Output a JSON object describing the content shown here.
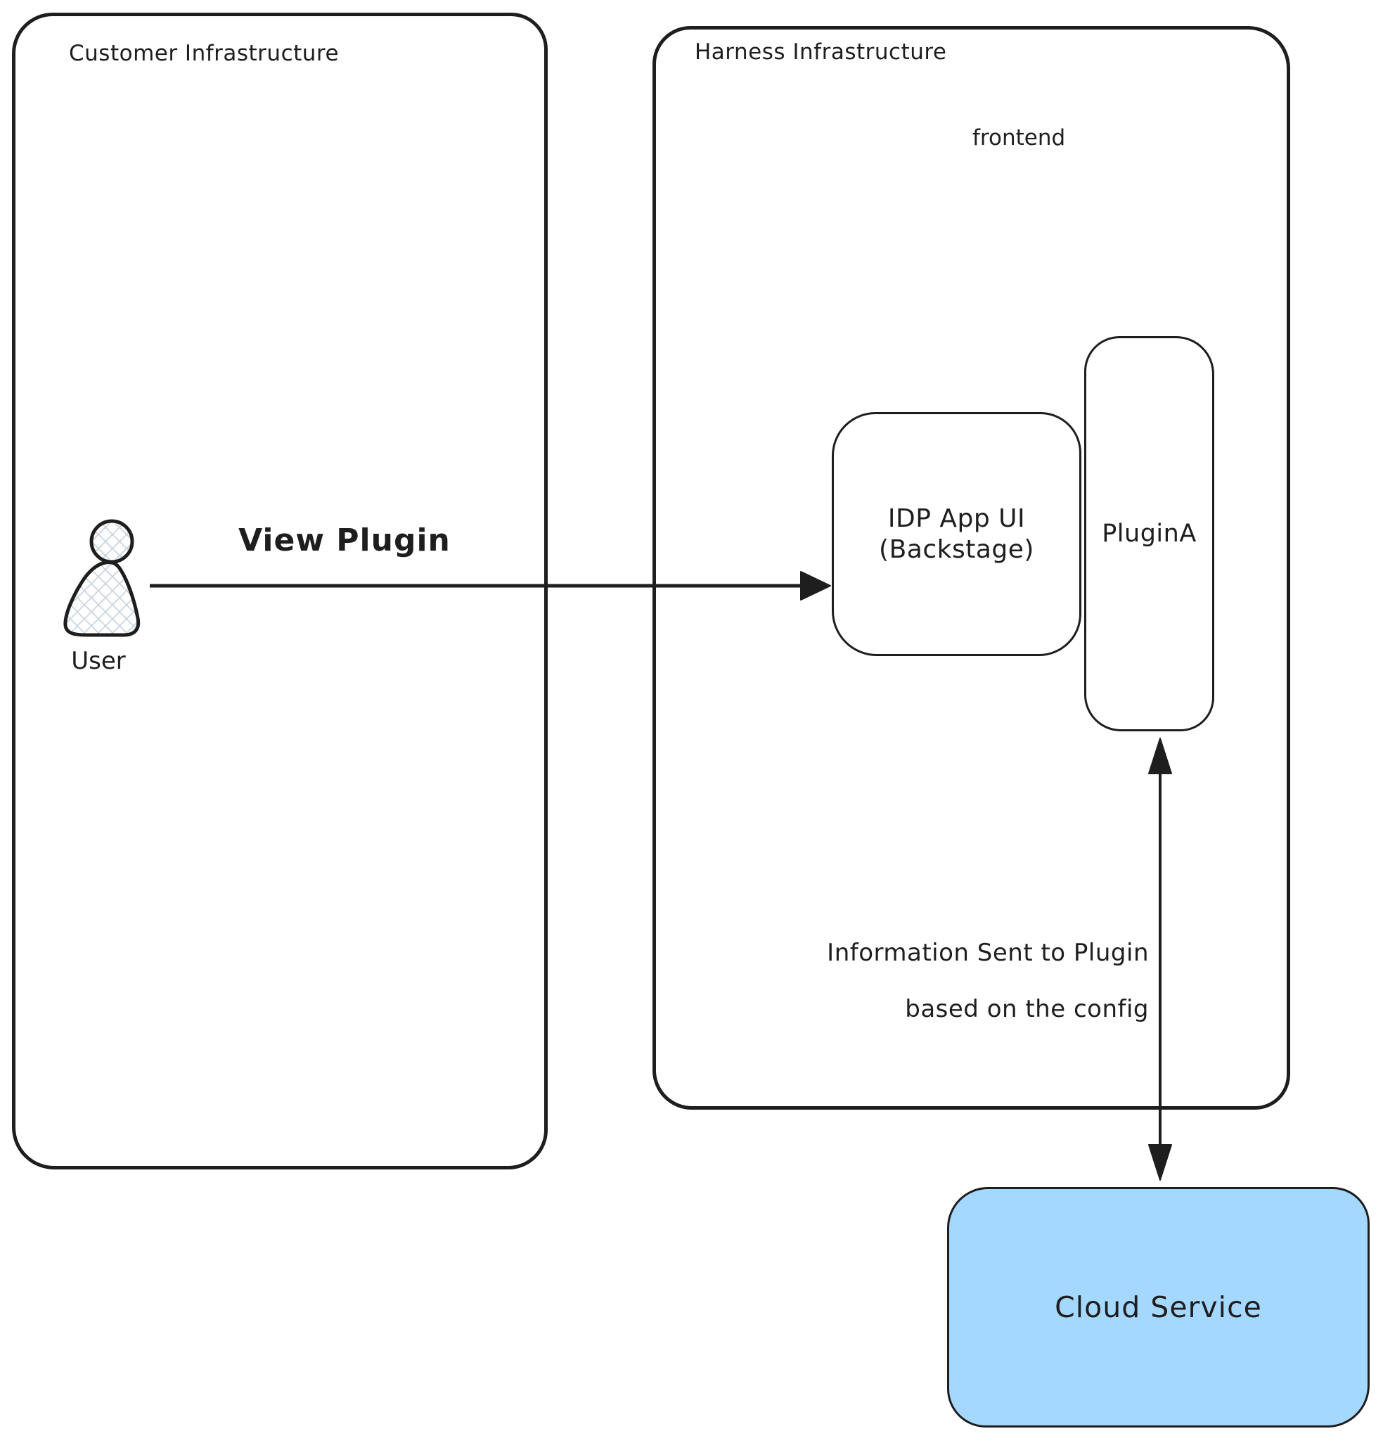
{
  "diagram": {
    "customer_box": {
      "title": "Customer Infrastructure"
    },
    "harness_box": {
      "title": "Harness Infrastructure",
      "frontend_label": "frontend"
    },
    "user": {
      "label": "User",
      "icon": "user-icon"
    },
    "idp_box": {
      "line1": "IDP App UI",
      "line2": "(Backstage)"
    },
    "plugin_box": {
      "label": "PluginA"
    },
    "cloud_box": {
      "label": "Cloud Service"
    },
    "arrows": {
      "view_plugin": {
        "label": "View Plugin",
        "direction": "right"
      },
      "plugin_cloud": {
        "label_line1": "Information Sent to Plugin",
        "label_line2": "based on the config",
        "direction": "both"
      }
    },
    "colors": {
      "stroke": "#1e1e1e",
      "background": "#ffffff",
      "cloud_fill": "#a5d8ff",
      "hatch": "#ccd6e0"
    }
  }
}
